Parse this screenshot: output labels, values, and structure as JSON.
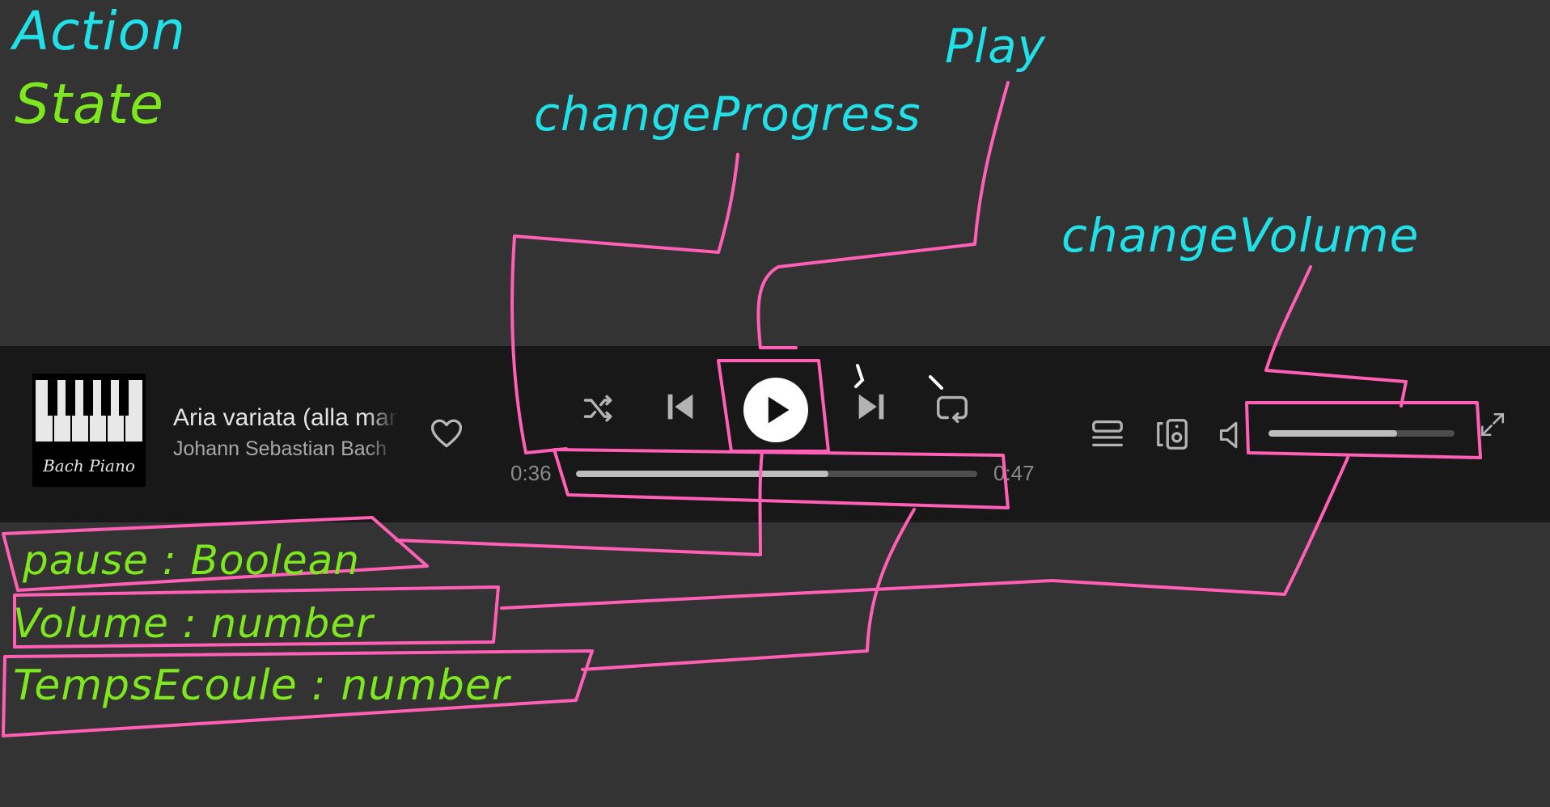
{
  "legend": {
    "action": "Action",
    "state": "State"
  },
  "labels": {
    "change_progress": "changeProgress",
    "play": "Play",
    "change_volume": "changeVolume",
    "pause": "pause : Boolean",
    "volume": "Volume : number",
    "temps": "TempsEcoule : number"
  },
  "player": {
    "cover_text": "Bach Piano",
    "track_title": "Aria variata (alla maniera italiana)",
    "track_artist": "Johann Sebastian Bach",
    "elapsed": "0:36",
    "duration": "0:47",
    "progress": 0.63,
    "volume": 0.69
  },
  "icons": {
    "like": "heart-icon",
    "shuffle": "shuffle-icon",
    "previous": "skip-previous-icon",
    "play": "play-icon",
    "next": "skip-next-icon",
    "repeat": "repeat-icon",
    "queue": "queue-icon",
    "devices": "devices-icon",
    "volume": "volume-icon",
    "fullscreen": "fullscreen-icon"
  },
  "colors": {
    "background": "#333333",
    "player_bar": "#181818",
    "annotation_pink": "#ff5fb4",
    "action_cyan": "#20e0e8",
    "state_green": "#7ee81e"
  }
}
